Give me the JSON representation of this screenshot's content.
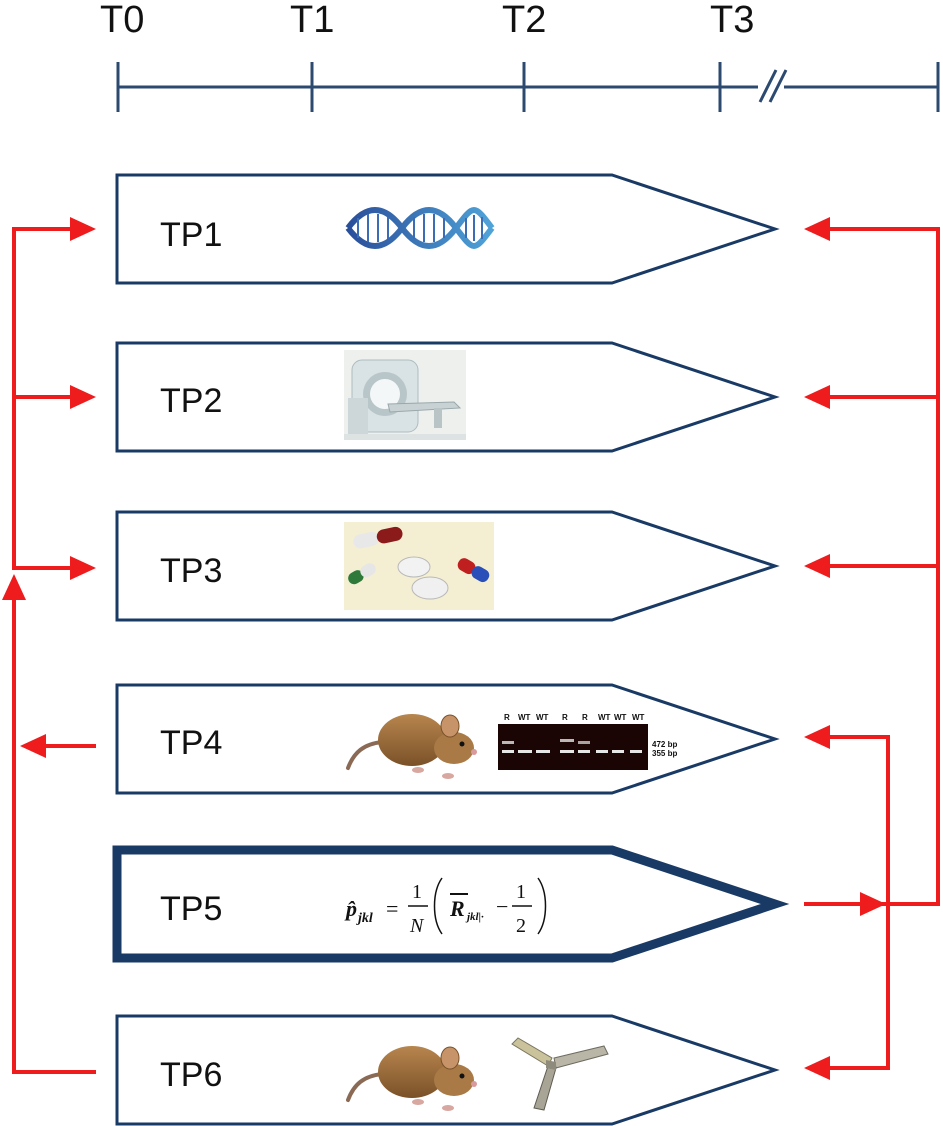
{
  "timeline": {
    "labels": [
      "T0",
      "T1",
      "T2",
      "T3"
    ]
  },
  "panels": [
    {
      "id": "TP1",
      "label": "TP1",
      "icon": "dna-helix-icon"
    },
    {
      "id": "TP2",
      "label": "TP2",
      "icon": "mri-scanner-icon"
    },
    {
      "id": "TP3",
      "label": "TP3",
      "icon": "pills-icon"
    },
    {
      "id": "TP4",
      "label": "TP4",
      "icon": "mouse-icon"
    },
    {
      "id": "TP5",
      "label": "TP5",
      "icon": "equation"
    },
    {
      "id": "TP6",
      "label": "TP6",
      "icon": "mouse-icon"
    }
  ],
  "gel": {
    "lanes": [
      "R",
      "WT",
      "WT",
      "R",
      "R",
      "WT",
      "WT",
      "WT"
    ],
    "bands": [
      "472 bp",
      "355 bp"
    ]
  },
  "equation": {
    "lhs": "p̂",
    "lhs_sub": "jkl",
    "equals": "=",
    "num": "1",
    "den": "N",
    "r": "R",
    "r_sub": "jkl|·",
    "minus": "−",
    "half_num": "1",
    "half_den": "2"
  },
  "colors": {
    "panel_border": "#1a3a66",
    "timeline": "#2c4a70",
    "arrow": "#ee1c1c"
  }
}
